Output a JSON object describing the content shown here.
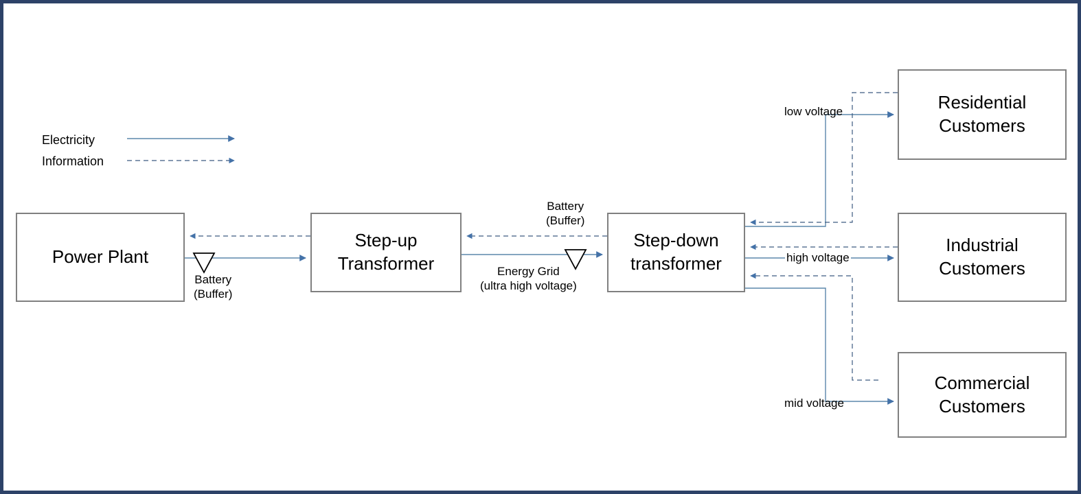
{
  "colors": {
    "page_border": "#2d4268",
    "box_border": "#808080",
    "electricity_line": "#5b87ab",
    "information_line": "#3c5a80",
    "arrow_head": "#4472a8",
    "battery_symbol": "#000000",
    "text": "#000000",
    "background": "#ffffff"
  },
  "legend": {
    "items": [
      {
        "label": "Electricity",
        "style": "solid-arrow"
      },
      {
        "label": "Information",
        "style": "dashed-arrow"
      }
    ]
  },
  "nodes": {
    "power_plant": {
      "lines": [
        "Power Plant"
      ]
    },
    "step_up": {
      "lines": [
        "Step-up",
        "Transformer"
      ]
    },
    "step_down": {
      "lines": [
        "Step-down",
        "transformer"
      ]
    },
    "residential": {
      "lines": [
        "Residential",
        "Customers"
      ]
    },
    "industrial": {
      "lines": [
        "Industrial",
        "Customers"
      ]
    },
    "commercial": {
      "lines": [
        "Commercial",
        "Customers"
      ]
    }
  },
  "edge_labels": {
    "battery_left": {
      "lines": [
        "Battery",
        "(Buffer)"
      ]
    },
    "battery_grid": {
      "lines": [
        "Battery",
        "(Buffer)"
      ]
    },
    "energy_grid": {
      "lines": [
        "Energy Grid",
        "(ultra high voltage)"
      ]
    },
    "low_voltage": "low voltage",
    "high_voltage": "high voltage",
    "mid_voltage": "mid voltage"
  },
  "symbols": {
    "battery_buffer_icon": "down-triangle"
  }
}
